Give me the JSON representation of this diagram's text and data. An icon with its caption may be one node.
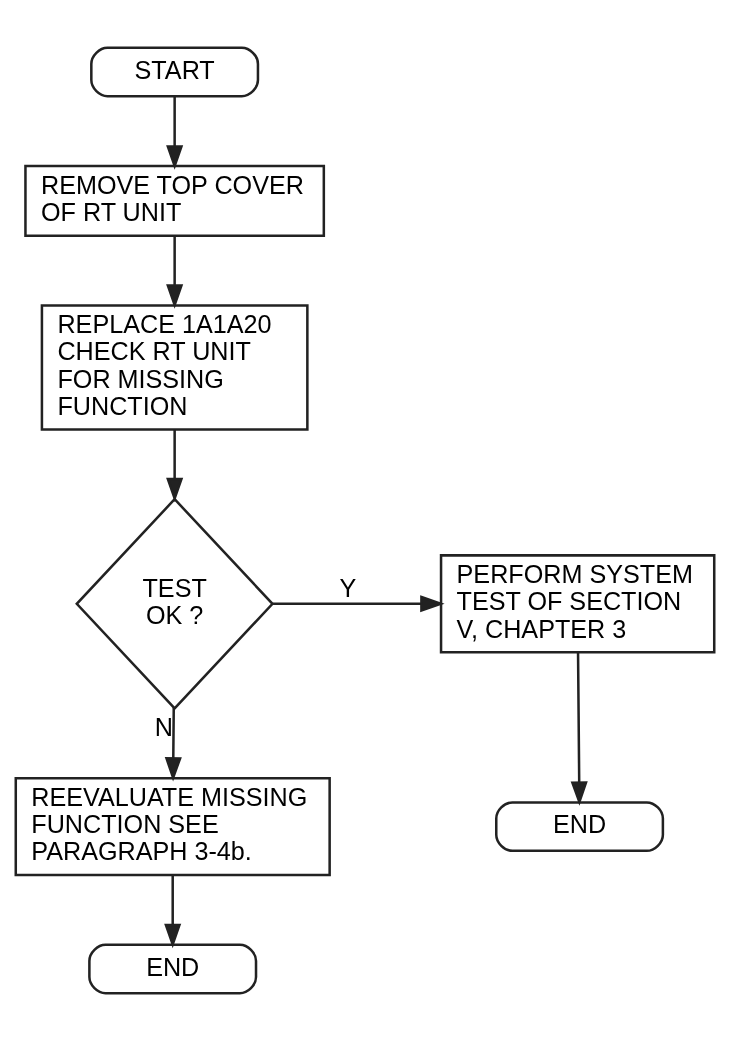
{
  "diagram": {
    "nodes": [
      {
        "text": [
          "START"
        ]
      },
      {
        "text": [
          "REMOVE TOP COVER OF RT UNIT"
        ]
      },
      {
        "text": [
          "REPLACE 1A1A20 CHECK RT UNIT FOR MISSING FUNCTION"
        ]
      },
      {
        "text": [
          "TEST OK ?"
        ]
      },
      {
        "text": [
          "PERFORM SYSTEM TEST OF SECTION V, CHAPTER 3"
        ]
      },
      {
        "text": [
          "END"
        ]
      },
      {
        "text": [
          "REEVALUATE MISSING FUNCTION SEE PARAGRAPH 3-4b."
        ]
      },
      {
        "text": [
          "END"
        ]
      }
    ],
    "edges": [
      {
        "from": 0,
        "to": 1,
        "arrow": "to"
      },
      {
        "from": 1,
        "to": 2,
        "arrow": "to"
      },
      {
        "from": 2,
        "to": 3,
        "arrow": "to"
      },
      {
        "from": 3,
        "to": 4,
        "arrow": "to",
        "label": "Y"
      },
      {
        "from": 4,
        "to": 5,
        "arrow": "to"
      },
      {
        "from": 3,
        "to": 6,
        "arrow": "to",
        "label": "N"
      },
      {
        "from": 6,
        "to": 7,
        "arrow": "to"
      }
    ]
  }
}
